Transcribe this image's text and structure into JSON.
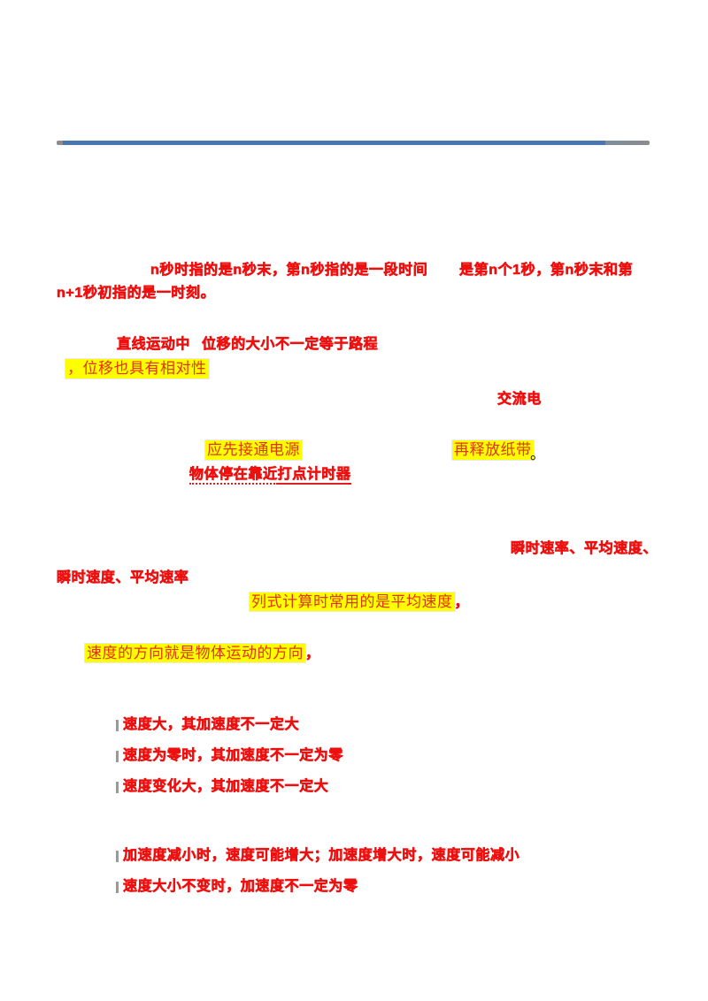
{
  "divider": {
    "color": "#4a77ad",
    "cap_color": "#8c8c8c"
  },
  "time_note": {
    "line1_part1": "n秒时指的是n秒末，第n秒指的是一段时间",
    "line1_part2": "是第n个1秒，第n秒末和第",
    "line2": "n+1秒初指的是一时刻。"
  },
  "displacement_note": {
    "prefix": "直线运动中",
    "main": "位移的大小不一定等于路程",
    "relative": "，位移也具有相对性"
  },
  "timer_note": {
    "ac": "交流电",
    "power_first": "应先接通电源",
    "then_release": "再释放纸带",
    "period": "。",
    "near_timer_1": "物体停在靠近",
    "near_timer_2": "打点计时器"
  },
  "velocity_note": {
    "terms_line1": "瞬时速率、平均速度、",
    "terms_line2": "瞬时速度、平均速率",
    "avg_calc": "列式计算时常用的是平均速度",
    "avg_calc_tail": "，",
    "direction": "速度的方向就是物体运动的方向",
    "direction_tail": "，"
  },
  "acceleration_note": {
    "point1": "速度大，其加速度不一定大",
    "point2": "速度为零时，其加速度不一定为零",
    "point3": "速度变化大，其加速度不一定大",
    "point4": "加速度减小时，速度可能增大；加速度增大时，速度可能减小",
    "point5": "速度大小不变时，加速度不一定为零"
  },
  "colors": {
    "red_text": "#ee0f0f",
    "highlight_bg": "#ffff00",
    "highlight_text": "#e03412",
    "divider_blue": "#4a77ad"
  }
}
